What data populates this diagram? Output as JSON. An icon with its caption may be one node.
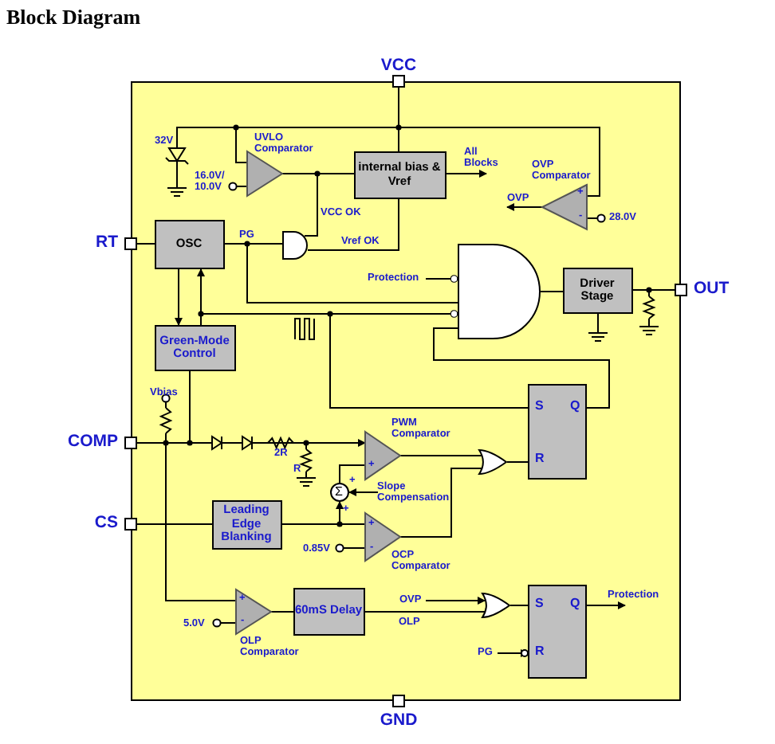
{
  "diagram": {
    "title": "Block Diagram",
    "nodes": [
      {
        "text": [],
        "shape": "box"
      },
      {
        "text": [
          "VCC"
        ]
      },
      {
        "text": [
          "RT"
        ]
      },
      {
        "text": [
          "COMP"
        ]
      },
      {
        "text": [
          "CS"
        ]
      },
      {
        "text": [
          "GND"
        ]
      },
      {
        "text": [
          "OUT"
        ]
      },
      {
        "text": [
          "internal bias & Vref"
        ],
        "in": 0
      },
      {
        "text": [
          "OSC"
        ],
        "in": 0
      },
      {
        "text": [
          "Green-Mode Control"
        ],
        "in": 0
      },
      {
        "text": [
          "Driver Stage"
        ],
        "in": 0
      },
      {
        "text": [
          "Leading Edge Blanking"
        ],
        "in": 0
      },
      {
        "text": [
          "60mS Delay"
        ],
        "in": 0
      },
      {
        "text": [
          "S",
          "Q",
          "R"
        ],
        "in": 0
      },
      {
        "text": [
          "S",
          "Q",
          "R"
        ],
        "in": 0
      },
      {
        "text": [
          "UVLO Comparator"
        ],
        "in": 0
      },
      {
        "text": [
          "OVP Comparator"
        ],
        "in": 0
      },
      {
        "text": [
          "PWM Comparator"
        ],
        "in": 0
      },
      {
        "text": [
          "OCP Comparator"
        ],
        "in": 0
      },
      {
        "text": [
          "OLP Comparator"
        ],
        "in": 0
      },
      {
        "text": [],
        "shape": "gate",
        "in": 0
      },
      {
        "text": [],
        "shape": "gate",
        "in": 0
      },
      {
        "text": [],
        "shape": "gate",
        "in": 0
      },
      {
        "text": [],
        "shape": "gate",
        "in": 0
      },
      {
        "text": [
          "Σ"
        ],
        "in": 0
      },
      {
        "text": [
          "Protection"
        ],
        "in": 0
      },
      {
        "text": [
          "Slope Compensation"
        ],
        "in": 0
      },
      {
        "text": [
          "OVP"
        ],
        "in": 0
      },
      {
        "text": [
          "PG"
        ],
        "in": 0
      }
    ],
    "edges": [
      {
        "from": 1,
        "to": 7,
        "arrow": "none"
      },
      {
        "from": 1,
        "to": 15,
        "arrow": "none"
      },
      {
        "from": 1,
        "to": 16,
        "arrow": "none"
      },
      {
        "from": 15,
        "to": 7,
        "arrow": "none"
      },
      {
        "from": 15,
        "to": 20,
        "arrow": "none",
        "label": "VCC OK"
      },
      {
        "from": 7,
        "to": 20,
        "arrow": "none",
        "label": "Vref OK"
      },
      {
        "from": 7,
        "to": null,
        "arrow": "to",
        "label": "All Blocks"
      },
      {
        "from": 16,
        "to": null,
        "arrow": "to",
        "label": "OVP"
      },
      {
        "from": 2,
        "to": 8,
        "arrow": "none"
      },
      {
        "from": 8,
        "to": 20,
        "arrow": "none",
        "label": "PG"
      },
      {
        "from": 8,
        "to": 21,
        "arrow": "none"
      },
      {
        "from": 8,
        "to": 9,
        "arrow": "to"
      },
      {
        "from": 9,
        "to": 8,
        "arrow": "to"
      },
      {
        "from": 9,
        "to": 21,
        "arrow": "other"
      },
      {
        "from": 9,
        "to": 13,
        "arrow": "none"
      },
      {
        "from": 25,
        "to": 21,
        "arrow": "other"
      },
      {
        "from": 13,
        "to": 21,
        "arrow": "none"
      },
      {
        "from": 21,
        "to": 10,
        "arrow": "none"
      },
      {
        "from": 10,
        "to": 6,
        "arrow": "none"
      },
      {
        "from": 3,
        "to": 17,
        "arrow": "to"
      },
      {
        "from": 9,
        "to": 3,
        "arrow": "none"
      },
      {
        "from": 3,
        "to": 19,
        "arrow": "none"
      },
      {
        "from": 4,
        "to": 11,
        "arrow": "none"
      },
      {
        "from": 11,
        "to": 18,
        "arrow": "none"
      },
      {
        "from": 11,
        "to": 24,
        "arrow": "to"
      },
      {
        "from": 26,
        "to": 24,
        "arrow": "to"
      },
      {
        "from": 24,
        "to": 17,
        "arrow": "none"
      },
      {
        "from": 17,
        "to": 22,
        "arrow": "none"
      },
      {
        "from": 18,
        "to": 22,
        "arrow": "none"
      },
      {
        "from": 22,
        "to": 13,
        "arrow": "none"
      },
      {
        "from": 19,
        "to": 12,
        "arrow": "none"
      },
      {
        "from": 12,
        "to": 23,
        "arrow": "none",
        "label": "OLP"
      },
      {
        "from": 27,
        "to": 23,
        "arrow": "to"
      },
      {
        "from": 23,
        "to": 14,
        "arrow": "none"
      },
      {
        "from": 28,
        "to": 14,
        "arrow": "to"
      },
      {
        "from": 14,
        "to": null,
        "arrow": "to",
        "label": "Protection"
      }
    ],
    "labels": [
      "32V",
      "16.0V/ 10.0V",
      "+",
      "-",
      "28.0V",
      "Vbias",
      "2R",
      "+",
      "R",
      "+",
      "+",
      "+",
      "-",
      "0.85V",
      "+",
      "5.0V",
      "-"
    ]
  }
}
